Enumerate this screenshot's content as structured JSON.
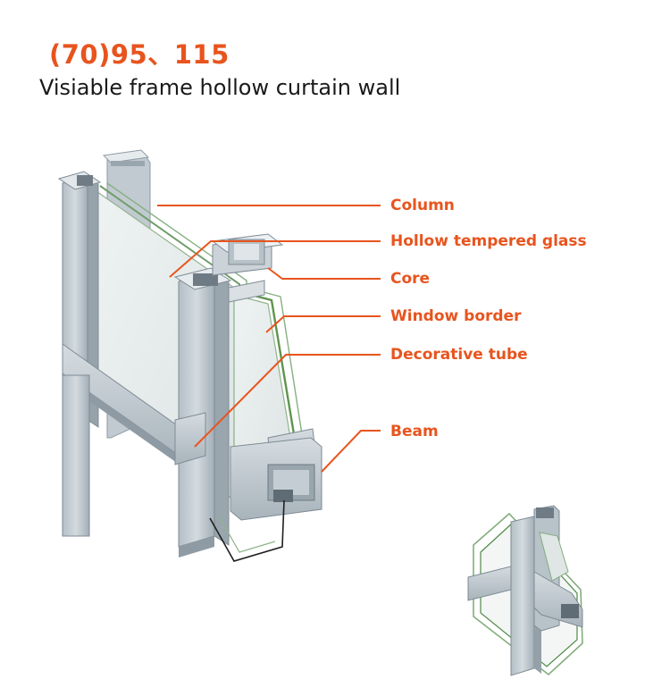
{
  "header": {
    "model_codes": "(70)95、115",
    "product_name": "Visiable frame hollow curtain wall"
  },
  "callouts": [
    {
      "id": "column",
      "label": "Column"
    },
    {
      "id": "hollow-glass",
      "label": "Hollow tempered glass"
    },
    {
      "id": "core",
      "label": "Core"
    },
    {
      "id": "window-border",
      "label": "Window border"
    },
    {
      "id": "decorative-tube",
      "label": "Decorative tube"
    },
    {
      "id": "beam",
      "label": "Beam"
    }
  ],
  "colors": {
    "accent": "#e8541e",
    "callout_line": "#e8541e",
    "aluminum_light": "#c9d2d8",
    "aluminum_mid": "#a9b4bc",
    "aluminum_dark": "#7d8a94",
    "glass_edge": "#7fae7a",
    "text": "#1a1a1a"
  }
}
